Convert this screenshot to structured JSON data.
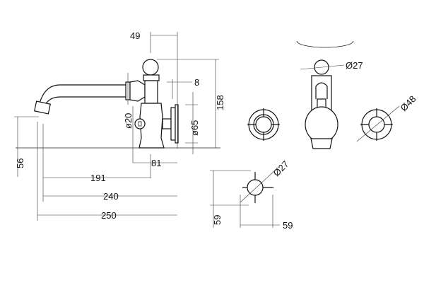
{
  "drawing": {
    "dimensions": {
      "d49": "49",
      "d8": "8",
      "d158": "158",
      "d20": "ø20",
      "d65": "ø65",
      "d56": "56",
      "d81": "81",
      "d191": "191",
      "d240": "240",
      "d250": "250",
      "front_d27": "Ø27",
      "front_d48": "Ø48",
      "handle_d27": "Ø27",
      "handle_h59": "59",
      "handle_w59": "59"
    },
    "line_color": "#222222",
    "background": "#ffffff"
  }
}
